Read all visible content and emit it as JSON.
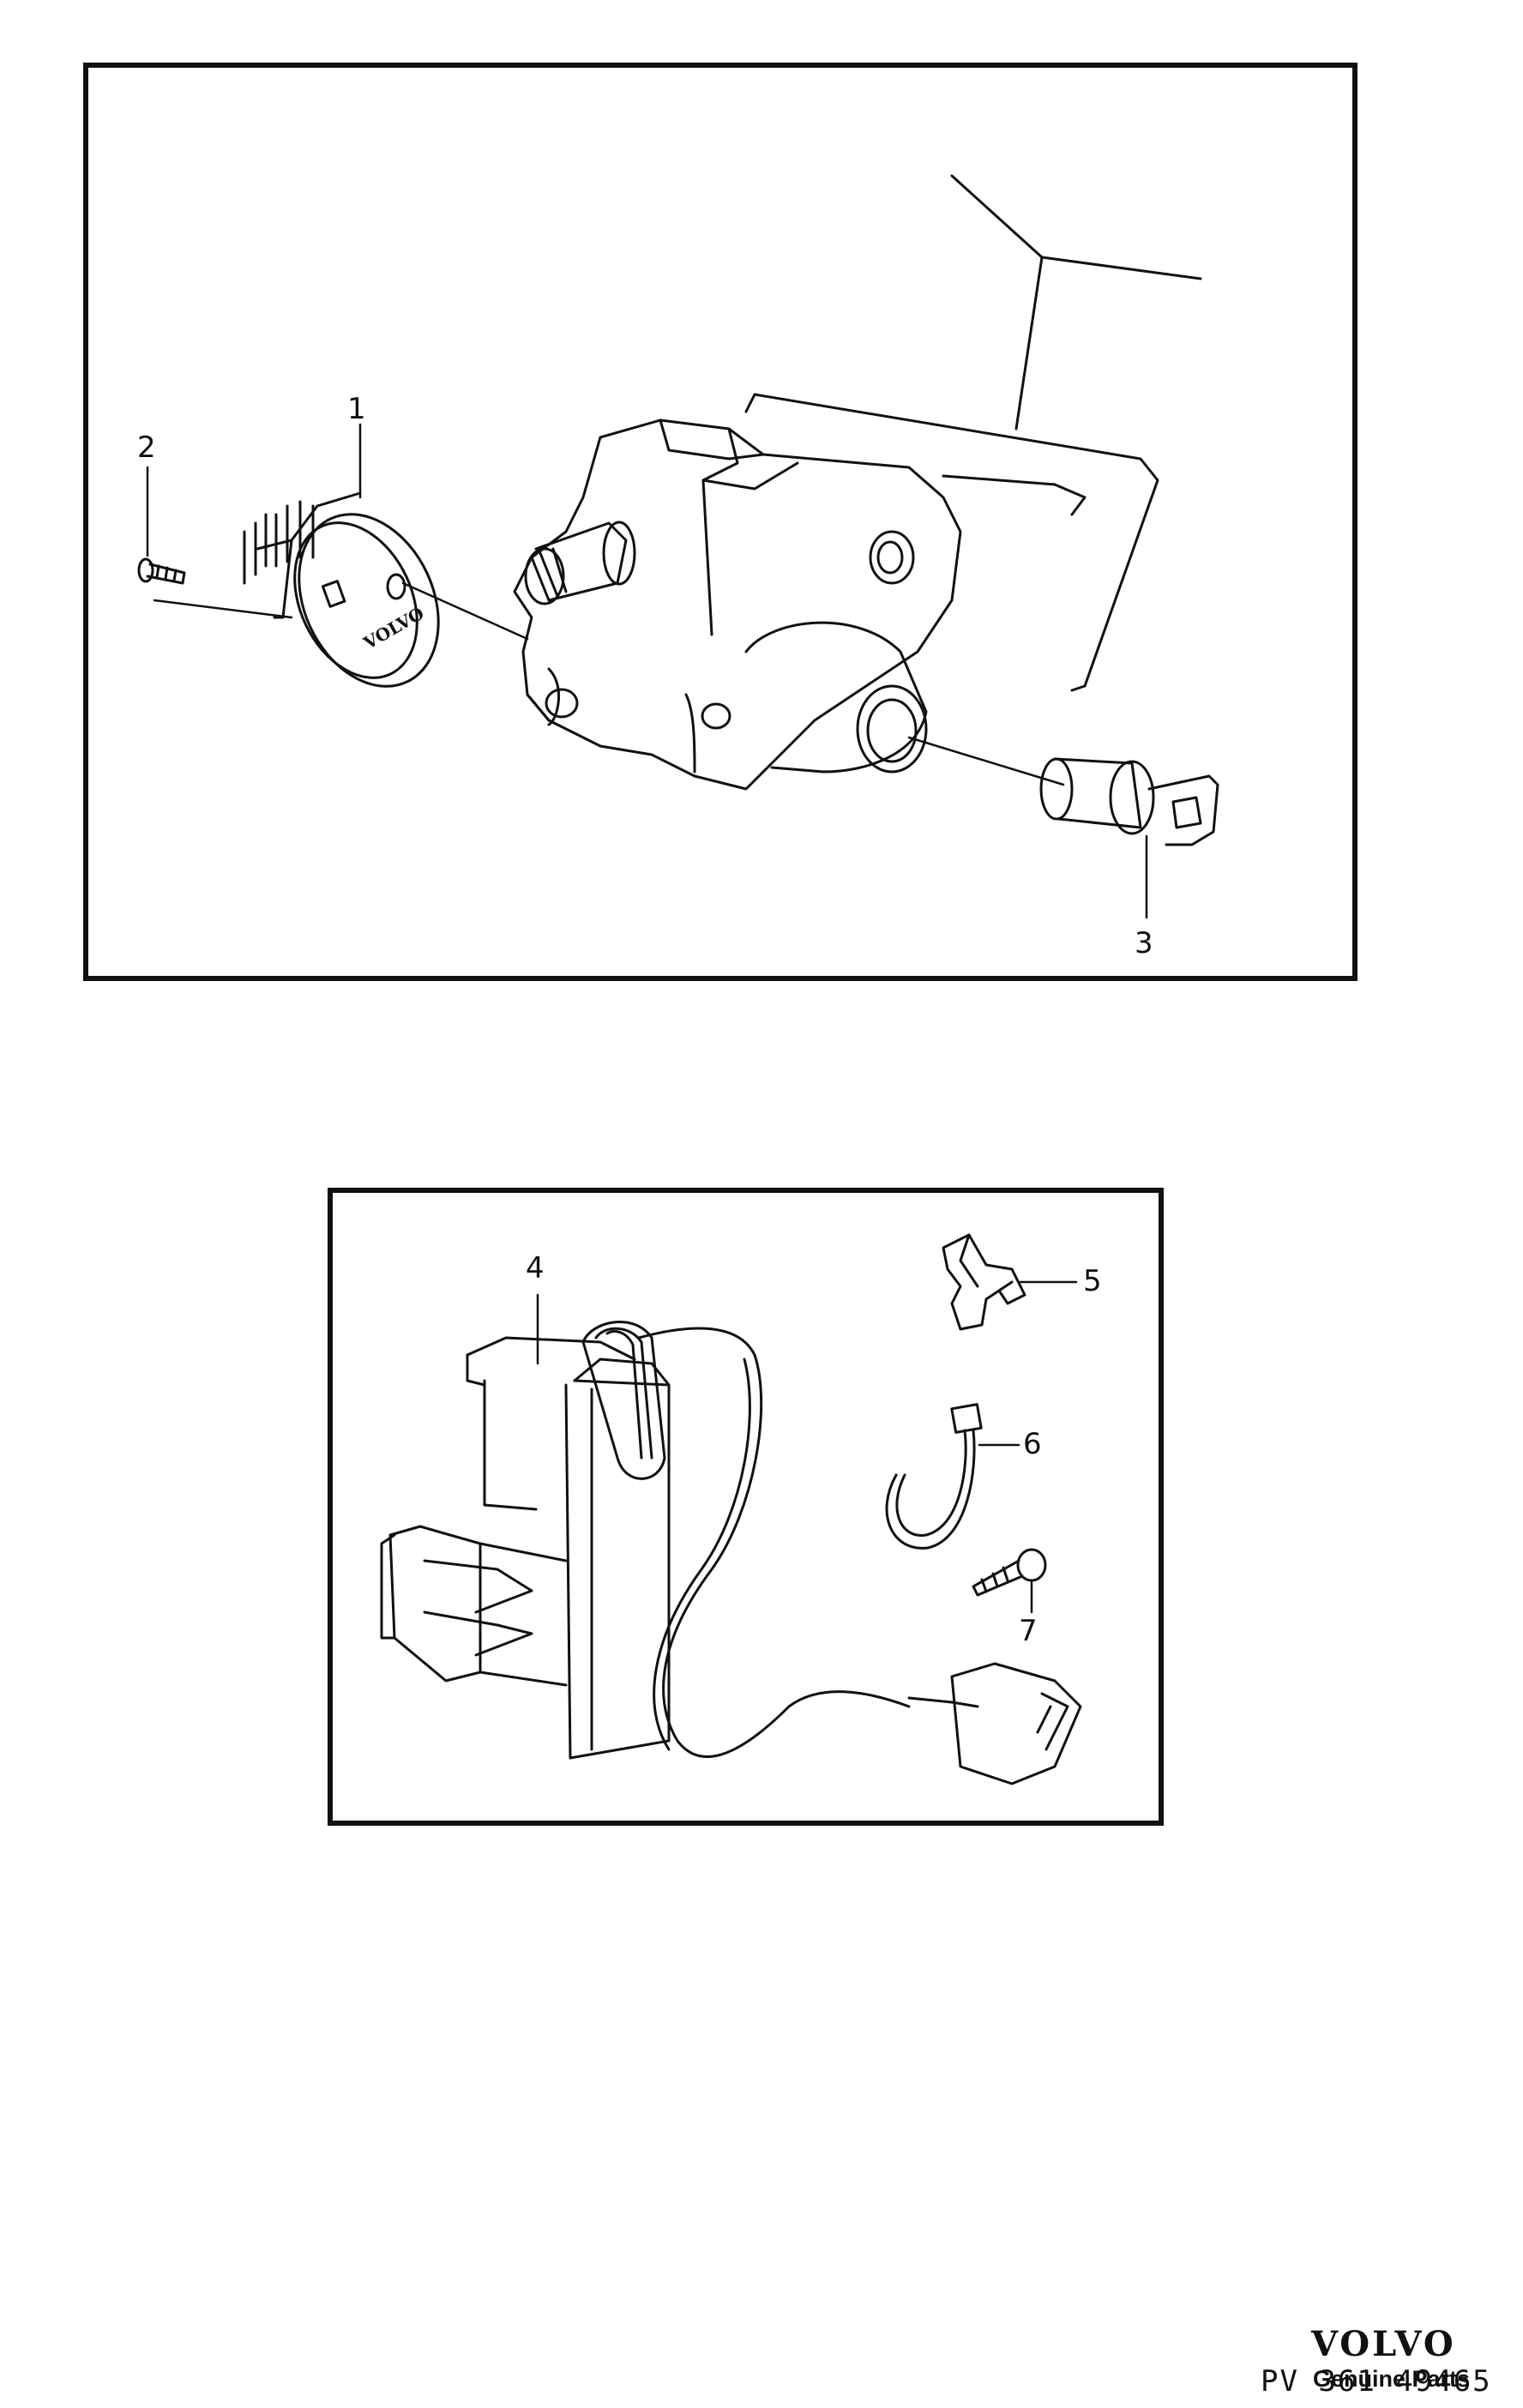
{
  "callouts": {
    "c1": "1",
    "c2": "2",
    "c3": "3",
    "c4": "4",
    "c5": "5",
    "c6": "6",
    "c7": "7"
  },
  "brand": {
    "logo": "VOLVO",
    "tagline": "Genuine Parts",
    "ref_code": "PV 361 49465"
  },
  "colors": {
    "line": "#111111",
    "background": "#ffffff"
  }
}
